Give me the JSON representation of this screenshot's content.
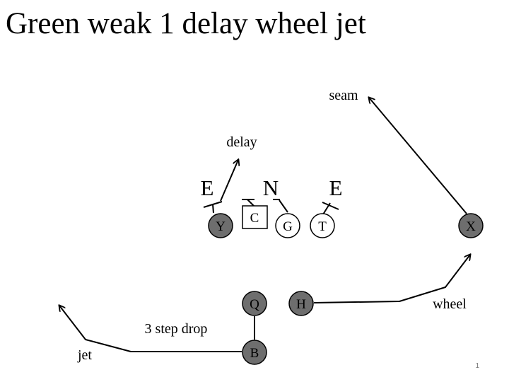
{
  "title": "Green weak 1 delay wheel jet",
  "page_number": "1",
  "colors": {
    "highlighted_player": "#6e6e6e",
    "plain_player": "#ffffff",
    "stroke": "#000000"
  },
  "defenders": {
    "left_end": "E",
    "nose": "N",
    "right_end": "E"
  },
  "players": {
    "y": "Y",
    "c": "C",
    "g": "G",
    "t": "T",
    "x": "X",
    "q": "Q",
    "h": "H",
    "b": "B"
  },
  "routes": {
    "delay": "delay",
    "seam": "seam",
    "wheel": "wheel",
    "jet": "jet",
    "drop": "3 step drop"
  }
}
